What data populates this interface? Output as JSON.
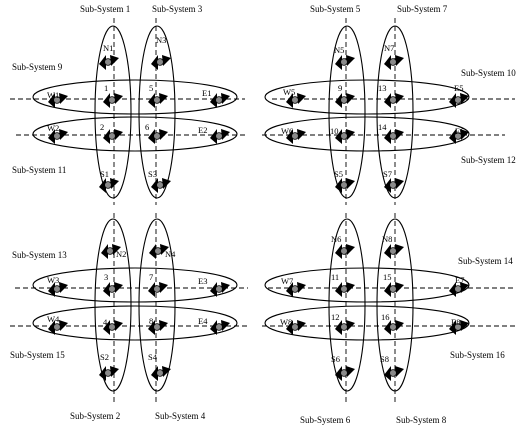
{
  "subsystems": {
    "s1": "Sub-System 1",
    "s2": "Sub-System 2",
    "s3": "Sub-System 3",
    "s4": "Sub-System 4",
    "s5": "Sub-System 5",
    "s6": "Sub-System 6",
    "s7": "Sub-System 7",
    "s8": "Sub-System 8",
    "s9": "Sub-System 9",
    "s10": "Sub-System 10",
    "s11": "Sub-System 11",
    "s12": "Sub-System 12",
    "s13": "Sub-System 13",
    "s14": "Sub-System 14",
    "s15": "Sub-System 15",
    "s16": "Sub-System 16"
  },
  "nodes": {
    "n1": "N1",
    "n2": "N2",
    "n3": "N3",
    "n4": "N4",
    "n5": "N5",
    "n6": "N6",
    "n7": "N7",
    "n8": "N8",
    "s1": "S1",
    "s2": "S2",
    "s3": "S3",
    "s4": "S4",
    "s5": "S5",
    "s6": "S6",
    "s7": "S7",
    "s8": "S8",
    "w1": "W1",
    "w2": "W2",
    "w3": "W3",
    "w4": "W4",
    "w5": "W5",
    "w6": "W6",
    "w7": "W7",
    "w8": "W8",
    "e1": "E1",
    "e2": "E2",
    "e3": "E3",
    "e4": "E4",
    "e5": "E5",
    "e6": "E6",
    "e7": "E7",
    "e8": "E8",
    "c1": "1",
    "c2": "2",
    "c3": "3",
    "c4": "4",
    "c5": "5",
    "c6": "6",
    "c7": "7",
    "c8": "8",
    "c9": "9",
    "c10": "10",
    "c11": "11",
    "c12": "12",
    "c13": "13",
    "c14": "14",
    "c15": "15",
    "c16": "16"
  }
}
